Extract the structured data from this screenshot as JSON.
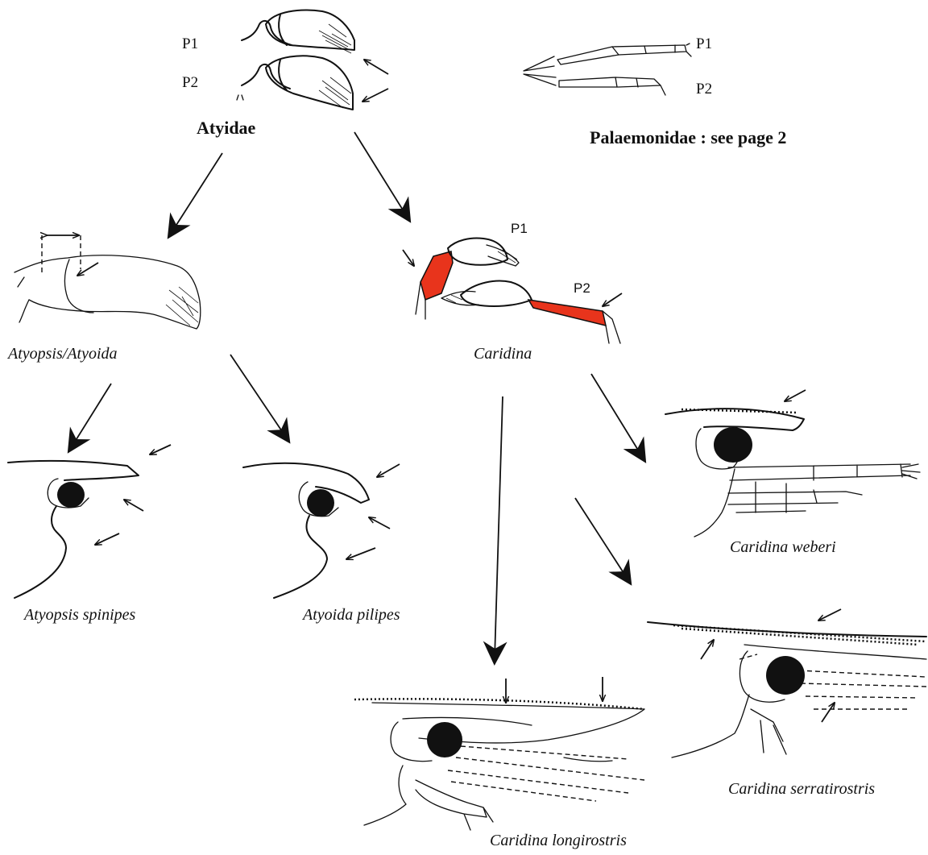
{
  "labels": {
    "atyidae_p1": "P1",
    "atyidae_p2": "P2",
    "atyidae": "Atyidae",
    "palaemonidae_p1": "P1",
    "palaemonidae_p2": "P2",
    "palaemonidae_note": "Palaemonidae : see page 2",
    "caridina_p1": "P1",
    "caridina_p2": "P2",
    "atyopsis_atyoida": "Atyopsis/Atyoida",
    "caridina": "Caridina",
    "atyopsis_spinipes": "Atyopsis spinipes",
    "atyoida_pilipes": "Atyoida pilipes",
    "caridina_weberi": "Caridina weberi",
    "caridina_serratirostris": "Caridina serratirostris",
    "caridina_longirostris": "Caridina longirostris"
  },
  "colors": {
    "ink": "#111111",
    "highlight": "#e8341c",
    "background": "#ffffff"
  }
}
